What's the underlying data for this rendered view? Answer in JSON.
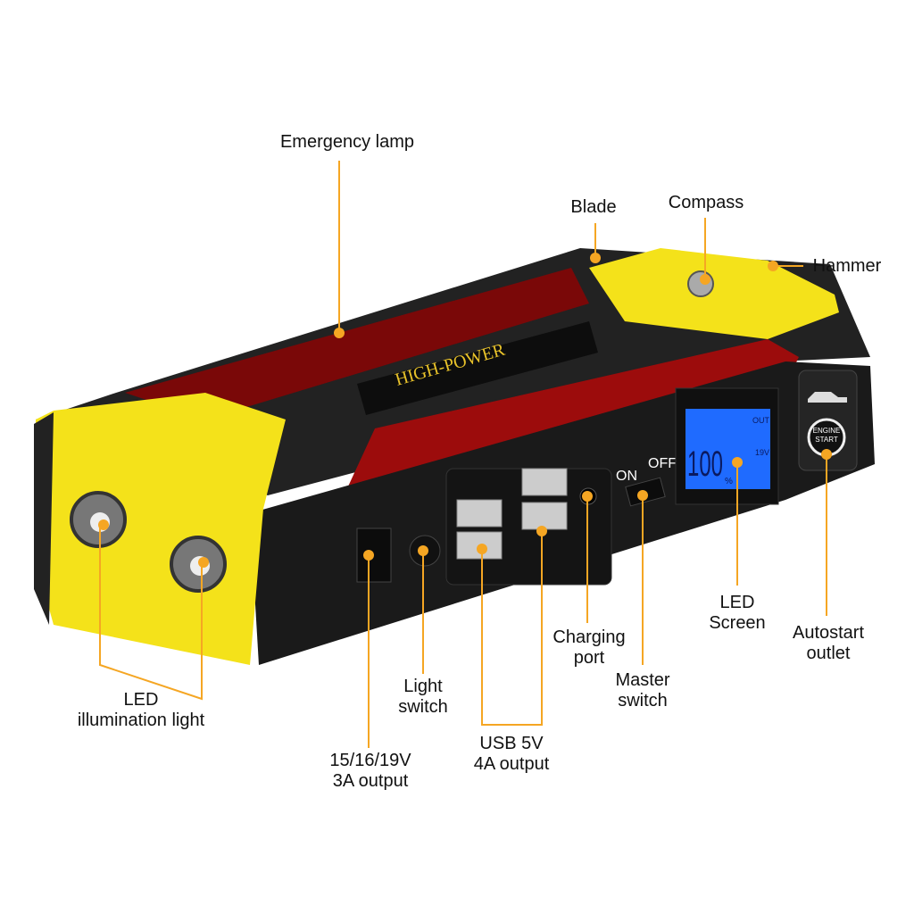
{
  "device": {
    "brand_text": "HIGH-POWER",
    "switch_on": "ON",
    "switch_off": "OFF",
    "lcd_value": "100",
    "lcd_unit": "%",
    "lcd_out": "OUT",
    "lcd_voltage": "19V",
    "engine_button": [
      "ENGINE",
      "START"
    ]
  },
  "colors": {
    "callout": "#f5a623",
    "body": "#1c1c1c",
    "yellow": "#f4e21a",
    "red": "#8a0a0a",
    "lcd": "#1f6bff"
  },
  "callouts": {
    "emergency_lamp": "Emergency lamp",
    "blade": "Blade",
    "compass": "Compass",
    "hammer": "Hammer",
    "led_light": [
      "LED",
      "illumination light"
    ],
    "light_switch": [
      "Light",
      "switch"
    ],
    "dc_output": [
      "15/16/19V",
      "3A output"
    ],
    "usb_output": [
      "USB 5V",
      "4A output"
    ],
    "charging_port": [
      "Charging",
      "port"
    ],
    "master_switch": [
      "Master",
      "switch"
    ],
    "led_screen": [
      "LED",
      "Screen"
    ],
    "autostart": [
      "Autostart",
      "outlet"
    ]
  }
}
